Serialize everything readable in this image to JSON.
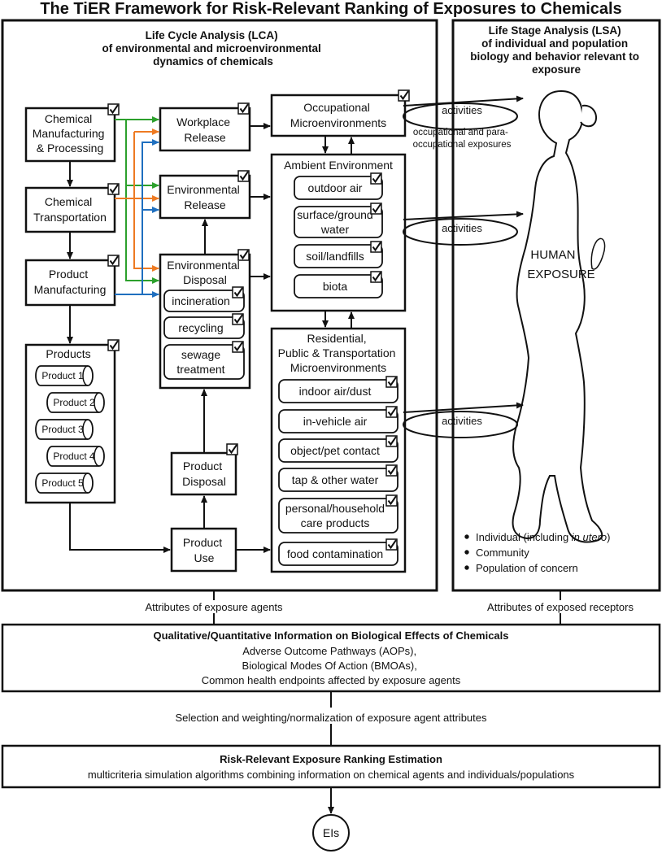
{
  "title": "The TiER Framework for Risk-Relevant Ranking of Exposures to Chemicals",
  "lca": {
    "header": [
      "Life Cycle Analysis (LCA)",
      "of environmental and microenvironmental",
      "dynamics of chemicals"
    ],
    "manufacturing": [
      "Chemical",
      "Manufacturing",
      "& Processing"
    ],
    "transportation": [
      "Chemical",
      "Transportation"
    ],
    "product_manufacturing": [
      "Product",
      "Manufacturing"
    ],
    "products_title": "Products",
    "products": [
      "Product 1",
      "Product 2",
      "Product 3",
      "Product 4",
      "Product 5"
    ],
    "workplace_release": [
      "Workplace",
      "Release"
    ],
    "environmental_release": [
      "Environmental",
      "Release"
    ],
    "environmental_disposal": [
      "Environmental",
      "Disposal"
    ],
    "disposal_items": [
      [
        "incineration"
      ],
      [
        "recycling"
      ],
      [
        "sewage",
        "treatment"
      ]
    ],
    "product_disposal": [
      "Product",
      "Disposal"
    ],
    "product_use": [
      "Product",
      "Use"
    ],
    "occupational": [
      "Occupational",
      "Microenvironments"
    ],
    "occupational_note": [
      "occupational and para-",
      "occupational exposures"
    ],
    "ambient_title": "Ambient Environment",
    "ambient_items": [
      [
        "outdoor air"
      ],
      [
        "surface/ground",
        "water"
      ],
      [
        "soil/landfills"
      ],
      [
        "biota"
      ]
    ],
    "residential_title": [
      "Residential,",
      "Public & Transportation",
      "Microenvironments"
    ],
    "residential_items": [
      [
        "indoor air/dust"
      ],
      [
        "in-vehicle air"
      ],
      [
        "object/pet contact"
      ],
      [
        "tap & other water"
      ],
      [
        "personal/household",
        "care products"
      ],
      [
        "food contamination"
      ]
    ]
  },
  "lsa": {
    "header": [
      "Life Stage Analysis (LSA)",
      "of individual and population",
      "biology and behavior relevant to",
      "exposure"
    ],
    "human_label": [
      "HUMAN",
      "EXPOSURE"
    ],
    "bullets": [
      [
        "Individual (including ",
        "in utero",
        ")"
      ],
      [
        "Community"
      ],
      [
        "Population of concern"
      ]
    ]
  },
  "activities_label": "activities",
  "attributes": {
    "agents": "Attributes of exposure agents",
    "receptors": "Attributes of exposed receptors"
  },
  "bio_effects": {
    "title": "Qualitative/Quantitative Information on Biological Effects of Chemicals",
    "lines": [
      "Adverse Outcome Pathways (AOPs),",
      "Biological Modes Of Action (BMOAs),",
      "Common health endpoints affected by exposure agents"
    ]
  },
  "selection_text": "Selection and weighting/normalization of exposure agent attributes",
  "ranking": {
    "title": "Risk-Relevant Exposure Ranking Estimation",
    "subtitle": "multicriteria simulation algorithms combining information on chemical agents and individuals/populations"
  },
  "output_label": "EIs",
  "colors": {
    "green": "#2ca02c",
    "orange": "#ee7a22",
    "blue": "#1f6fbf",
    "line": "#111111"
  }
}
